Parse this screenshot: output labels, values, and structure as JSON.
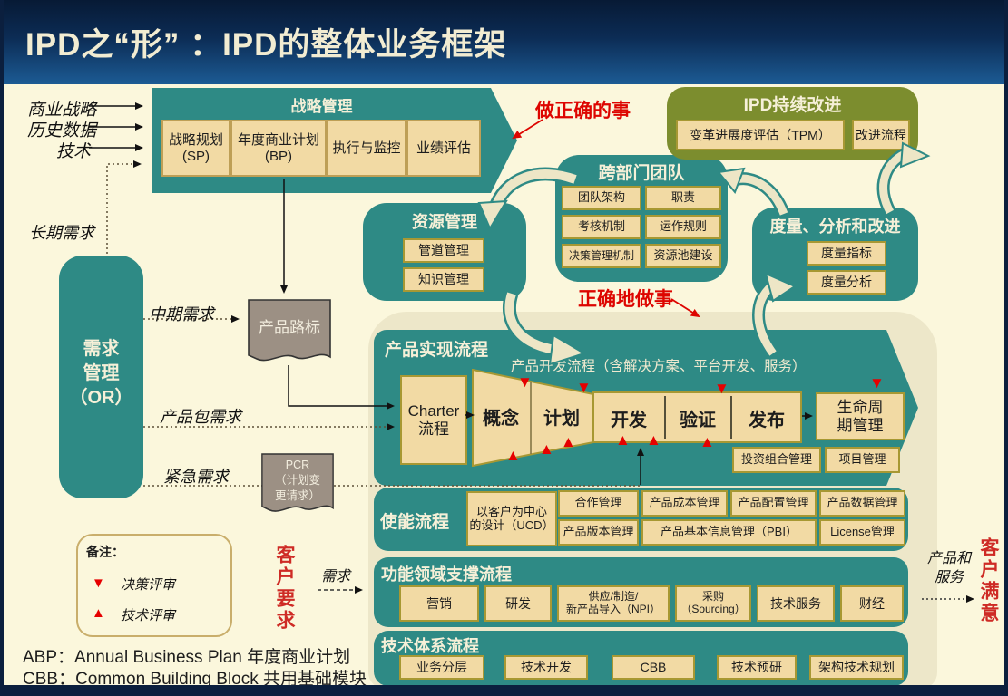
{
  "title": "IPD之“形” ：IPD的整体业务框架",
  "colors": {
    "teal": "#2E8A85",
    "tan": "#F2DAA4",
    "tan_border": "#A79833",
    "olive": "#7C8D2E",
    "background": "#FBF7DC",
    "panel_beige": "#EDE7C9",
    "navy": "#0B1F3E",
    "red": "#DD0500",
    "doc_gray": "#9C9084"
  },
  "inputs": [
    "商业战略",
    "历史数据",
    "技术"
  ],
  "strategy": {
    "title": "战略管理",
    "cells": [
      {
        "l1": "战略规划",
        "l2": "(SP)"
      },
      {
        "l1": "年度商业计划",
        "l2": "(BP)"
      },
      {
        "l1": "执行与监控"
      },
      {
        "l1": "业绩评估"
      }
    ]
  },
  "annotations": {
    "do_right_things": "做正确的事",
    "do_things_right": "正确地做事"
  },
  "improvement": {
    "title": "IPD持续改进",
    "cells": [
      "变革进展度评估（TPM）",
      "改进流程"
    ]
  },
  "cross_team": {
    "title": "跨部门团队",
    "cells": [
      "团队架构",
      "职责",
      "考核机制",
      "运作规则",
      "决策管理机制",
      "资源池建设"
    ]
  },
  "resource": {
    "title": "资源管理",
    "cells": [
      "管道管理",
      "知识管理"
    ]
  },
  "metrics": {
    "title": "度量、分析和改进",
    "cells": [
      "度量指标",
      "度量分析"
    ]
  },
  "demand_mgmt": {
    "l1": "需求",
    "l2": "管理",
    "l3": "（OR）"
  },
  "demand_flows": {
    "long": "长期需求",
    "mid": "中期需求",
    "package": "产品包需求",
    "urgent": "紧急需求"
  },
  "roadmap_doc": "产品路标",
  "pcr_doc": {
    "l1": "PCR",
    "l2": "（计划变",
    "l3": "更请求）"
  },
  "realization": {
    "title": "产品实现流程",
    "subtitle": "产品开发流程（含解决方案、平台开发、服务）",
    "charter": {
      "l1": "Charter",
      "l2": "流程"
    },
    "stages": [
      "概念",
      "计划",
      "开发",
      "验证",
      "发布"
    ],
    "lifecycle": {
      "l1": "生命周",
      "l2": "期管理"
    },
    "portfolio": "投资组合管理",
    "project": "项目管理"
  },
  "enabling": {
    "title": "使能流程",
    "ucd": {
      "l1": "以客户为中心",
      "l2": "的设计（UCD）"
    },
    "row1": [
      "合作管理",
      "产品成本管理",
      "产品配置管理",
      "产品数据管理"
    ],
    "row2": [
      "产品版本管理",
      "产品基本信息管理（PBI）",
      "License管理"
    ]
  },
  "functional": {
    "title": "功能领域支撑流程",
    "cells": [
      {
        "l1": "营销"
      },
      {
        "l1": "研发"
      },
      {
        "l1": "供应/制造/",
        "l2": "新产品导入（NPI）"
      },
      {
        "l1": "采购",
        "l2": "（Sourcing）"
      },
      {
        "l1": "技术服务"
      },
      {
        "l1": "财经"
      }
    ]
  },
  "technology": {
    "title": "技术体系流程",
    "cells": [
      "业务分层",
      "技术开发",
      "CBB",
      "技术预研",
      "架构技术规划"
    ]
  },
  "legend": {
    "title": "备注：",
    "items": [
      {
        "icon": "▼",
        "label": "决策评审"
      },
      {
        "icon": "▲",
        "label": "技术评审"
      }
    ]
  },
  "footnotes": [
    "ABP：Annual Business Plan 年度商业计划",
    "CBB：Common Building Block 共用基础模块"
  ],
  "customer": {
    "requirement": "客户要求",
    "demand": "需求",
    "satisfaction": "客户满意",
    "ps": {
      "l1": "产品和",
      "l2": "服务"
    }
  },
  "review_markers": {
    "decision": "▼",
    "technical": "▲"
  }
}
